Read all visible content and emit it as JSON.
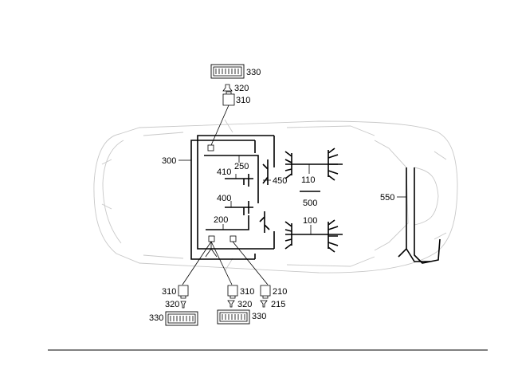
{
  "labels": {
    "top_ecu": "330",
    "top_sensor": "320",
    "top_connector": "310",
    "harness_left": "300",
    "harness_250": "250",
    "harness_410": "410",
    "harness_450": "450",
    "harness_400": "400",
    "harness_200": "200",
    "harness_110": "110",
    "harness_500": "500",
    "harness_100": "100",
    "harness_550": "550",
    "bl_connector": "310",
    "bl_sensor": "320",
    "bl_ecu": "330",
    "bm_connector": "310",
    "bm_sensor": "320",
    "bm_ecu": "330",
    "br_connector": "210",
    "br_sensor": "215"
  }
}
